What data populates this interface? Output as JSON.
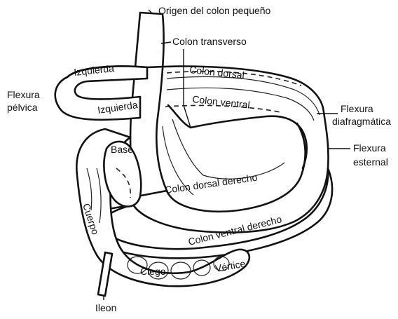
{
  "labels": {
    "origen": "Origen del colon pequeño",
    "colon_transverso": "Colon transverso",
    "izquierda_top": "Izquierda",
    "colon_dorsal": "Colon dorsal",
    "flexura_pelvica_1": "Flexura",
    "flexura_pelvica_2": "pélvica",
    "izquierda_bottom": "Izquierda",
    "colon_ventral": "Colon ventral",
    "flexura_diafragmatica_1": "Flexura",
    "flexura_diafragmatica_2": "diafragmática",
    "flexura_esternal_1": "Flexura",
    "flexura_esternal_2": "esternal",
    "base": "Base",
    "colon_dorsal_derecho": "Colon dorsal derecho",
    "colon_ventral_derecho": "Colon ventral derecho",
    "cuerpo": "Cuerpo",
    "ciego": "Ciego",
    "vertice": "Vértice",
    "ileon": "Ileon"
  }
}
